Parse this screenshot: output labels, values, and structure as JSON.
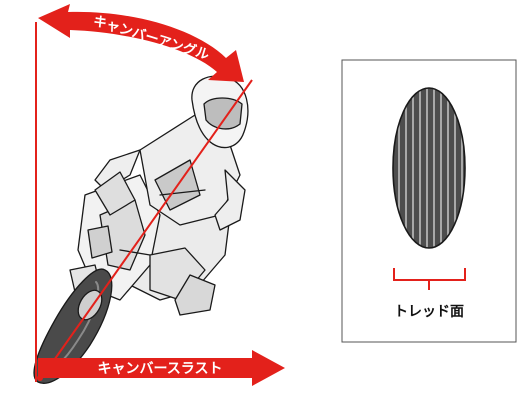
{
  "labels": {
    "camber_angle": "キャンバーアングル",
    "camber_thrust": "キャンバースラスト",
    "tread_surface": "トレッド面"
  },
  "colors": {
    "accent_red": "#e3211b",
    "line_black": "#1a1a1a",
    "tire_dark": "#4a4a4a",
    "body_gray": "#e6e6e6"
  },
  "icons": {
    "rider": "motorcycle-rider-illustration",
    "tread": "tire-tread-pattern"
  }
}
